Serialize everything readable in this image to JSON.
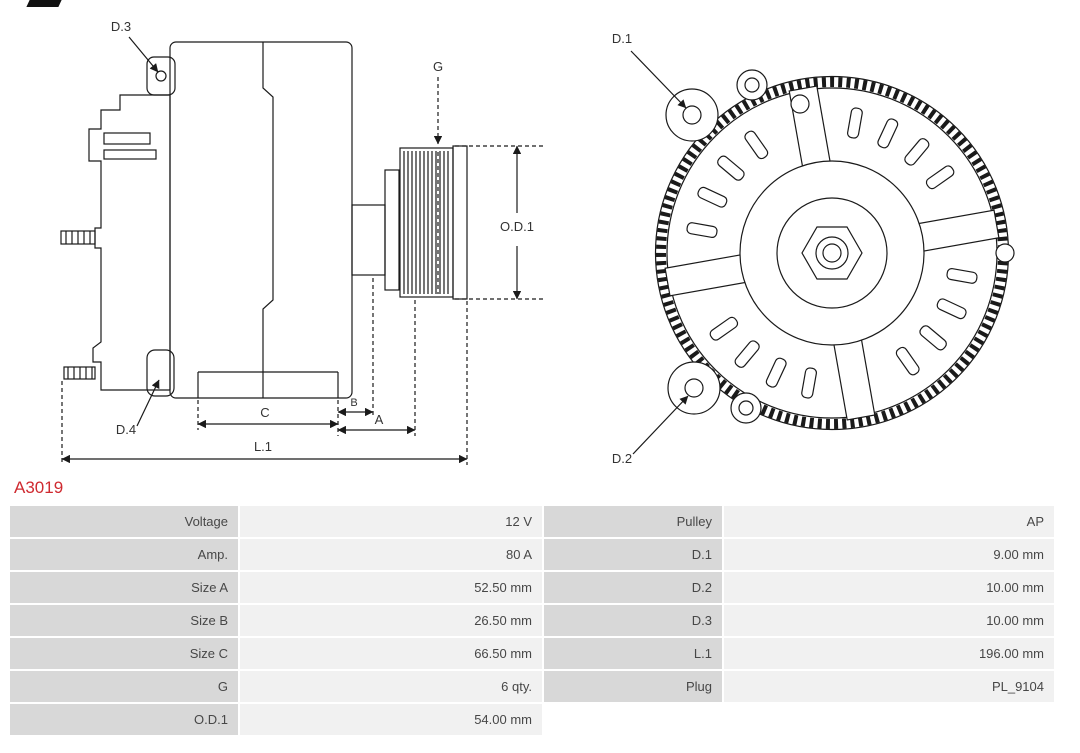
{
  "part_number": "A3019",
  "diagram": {
    "labels": {
      "d1": "D.1",
      "d2": "D.2",
      "d3": "D.3",
      "d4": "D.4",
      "g": "G",
      "od1": "O.D.1",
      "a": "A",
      "b": "B",
      "c": "C",
      "l1": "L.1"
    }
  },
  "table": {
    "rows": [
      {
        "l1": "Voltage",
        "v1": "12 V",
        "l2": "Pulley",
        "v2": "AP"
      },
      {
        "l1": "Amp.",
        "v1": "80 A",
        "l2": "D.1",
        "v2": "9.00 mm"
      },
      {
        "l1": "Size A",
        "v1": "52.50 mm",
        "l2": "D.2",
        "v2": "10.00 mm"
      },
      {
        "l1": "Size B",
        "v1": "26.50 mm",
        "l2": "D.3",
        "v2": "10.00 mm"
      },
      {
        "l1": "Size C",
        "v1": "66.50 mm",
        "l2": "L.1",
        "v2": "196.00 mm"
      },
      {
        "l1": "G",
        "v1": "6 qty.",
        "l2": "Plug",
        "v2": "PL_9104"
      },
      {
        "l1": "O.D.1",
        "v1": "54.00 mm",
        "l2": "",
        "v2": ""
      }
    ]
  },
  "colors": {
    "part_number_red": "#cf2a30",
    "label_cell_bg": "#d8d8d8",
    "value_cell_bg": "#f1f1f1",
    "line_color": "#1a1a1a"
  }
}
